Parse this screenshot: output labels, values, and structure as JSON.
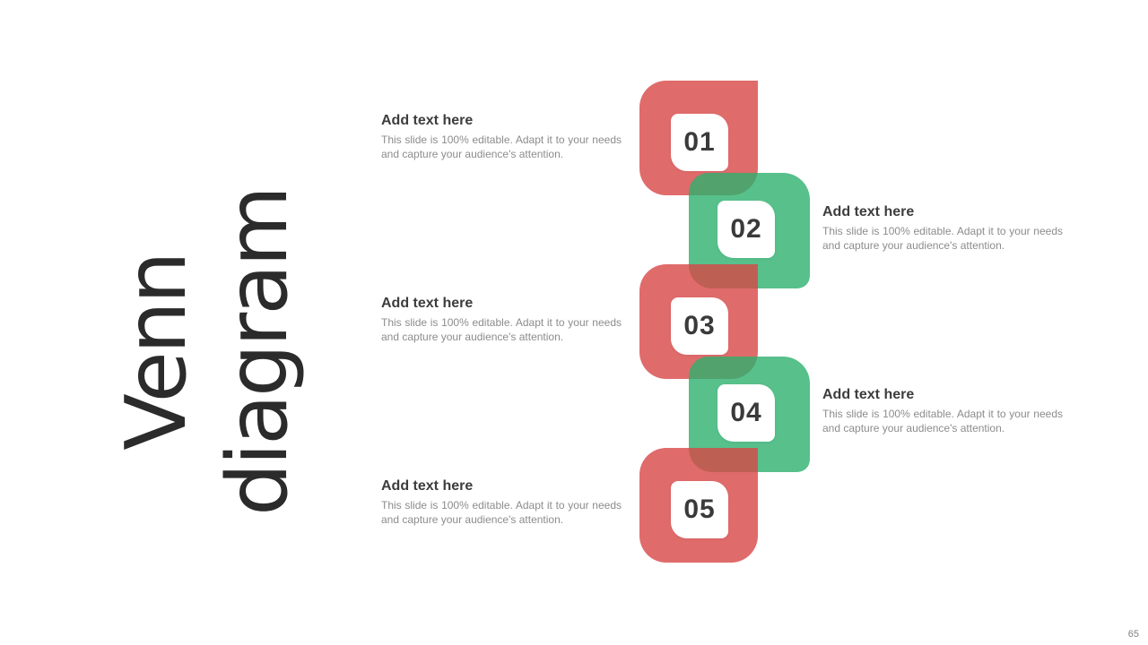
{
  "slide": {
    "title_line1": "Venn",
    "title_line2": "diagram",
    "page_number": "65",
    "colors": {
      "red_block": "#DF6B6B",
      "green_block": "#57C08B",
      "overlap_red_on_green": "#B65B4E",
      "overlap_green_on_red": "#4F9A66",
      "number_text": "#3a3a3a",
      "heading_text": "#3d3d3d",
      "body_text": "#8c8c8c"
    },
    "items": [
      {
        "number": "01",
        "color": "red",
        "side": "left",
        "heading": "Add text here",
        "body": "This slide is 100% editable. Adapt it to your needs and capture your audience's attention."
      },
      {
        "number": "02",
        "color": "green",
        "side": "right",
        "heading": "Add text here",
        "body": "This slide is 100% editable. Adapt it to your needs and capture your audience's attention."
      },
      {
        "number": "03",
        "color": "red",
        "side": "left",
        "heading": "Add text here",
        "body": "This slide is 100% editable. Adapt it to your needs and capture your audience's attention."
      },
      {
        "number": "04",
        "color": "green",
        "side": "right",
        "heading": "Add text here",
        "body": "This slide is 100% editable. Adapt it to your needs and capture your audience's attention."
      },
      {
        "number": "05",
        "color": "red",
        "side": "left",
        "heading": "Add text here",
        "body": "This slide is 100% editable. Adapt it to your needs and capture your audience's attention."
      }
    ]
  }
}
